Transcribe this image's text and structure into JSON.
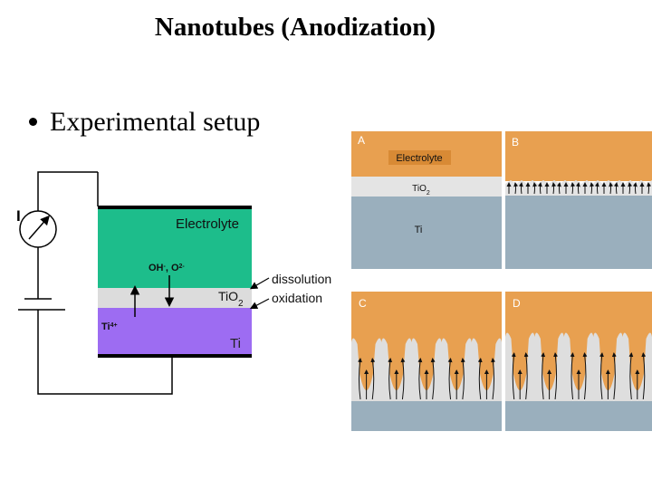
{
  "title": "Nanotubes (Anodization)",
  "bullet": "Experimental setup",
  "setup": {
    "current_symbol": "I",
    "electrolyte_label": "Electrolyte",
    "ions_label_main": "OH",
    "ions_label_sup1": "-",
    "ions_label_mid": ", O",
    "ions_label_sup2": "2-",
    "oxide_label_main": "TiO",
    "oxide_label_sub": "2",
    "metal_label": "Ti",
    "cation_label_main": "Ti",
    "cation_label_sup": "4+",
    "dissolution_label": "dissolution",
    "oxidation_label": "oxidation"
  },
  "panels": {
    "a_label": "A",
    "b_label": "B",
    "c_label": "C",
    "d_label": "D",
    "a_electrolyte": "Electrolyte",
    "a_oxide_main": "TiO",
    "a_oxide_sub": "2",
    "a_metal": "Ti"
  },
  "colors": {
    "electrolyte_green": "#1dbd8b",
    "oxide_gray": "#dcdcdc",
    "metal_purple": "#9d6cf2",
    "panel_orange": "#e8a050",
    "panel_ti_blue": "#9aafbd",
    "panel_label_white": "#ffffff"
  }
}
